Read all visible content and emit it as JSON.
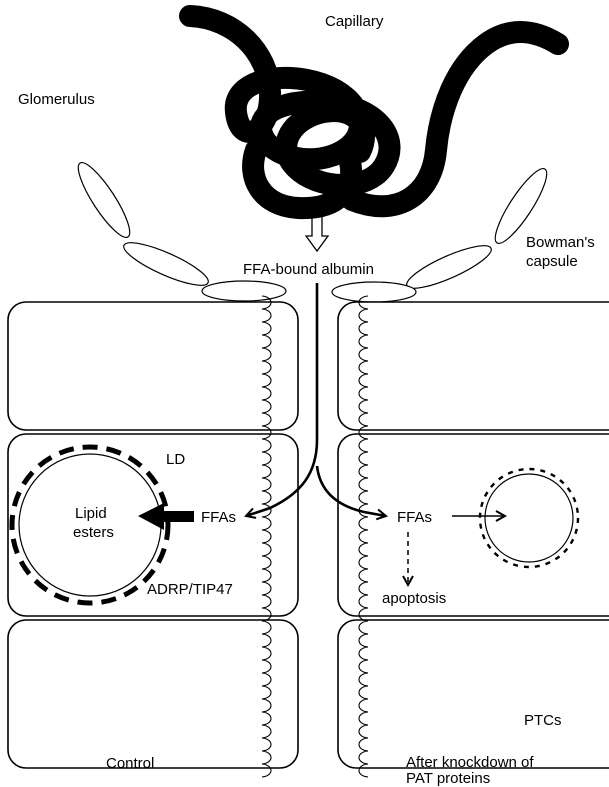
{
  "labels": {
    "capillary": "Capillary",
    "glomerulus": "Glomerulus",
    "bowmans_capsule_line1": "Bowman's",
    "bowmans_capsule_line2": "capsule",
    "ffa_bound_albumin": "FFA-bound albumin",
    "ld": "LD",
    "lipid_esters_line1": "Lipid",
    "lipid_esters_line2": "esters",
    "ffas_left": "FFAs",
    "ffas_right": "FFAs",
    "adrp_tip47": "ADRP/TIP47",
    "apoptosis": "apoptosis",
    "ptcs": "PTCs",
    "control": "Control",
    "knockdown_line1": "After knockdown of",
    "knockdown_line2": "PAT proteins"
  },
  "colors": {
    "ink": "#000000",
    "background": "#ffffff"
  }
}
